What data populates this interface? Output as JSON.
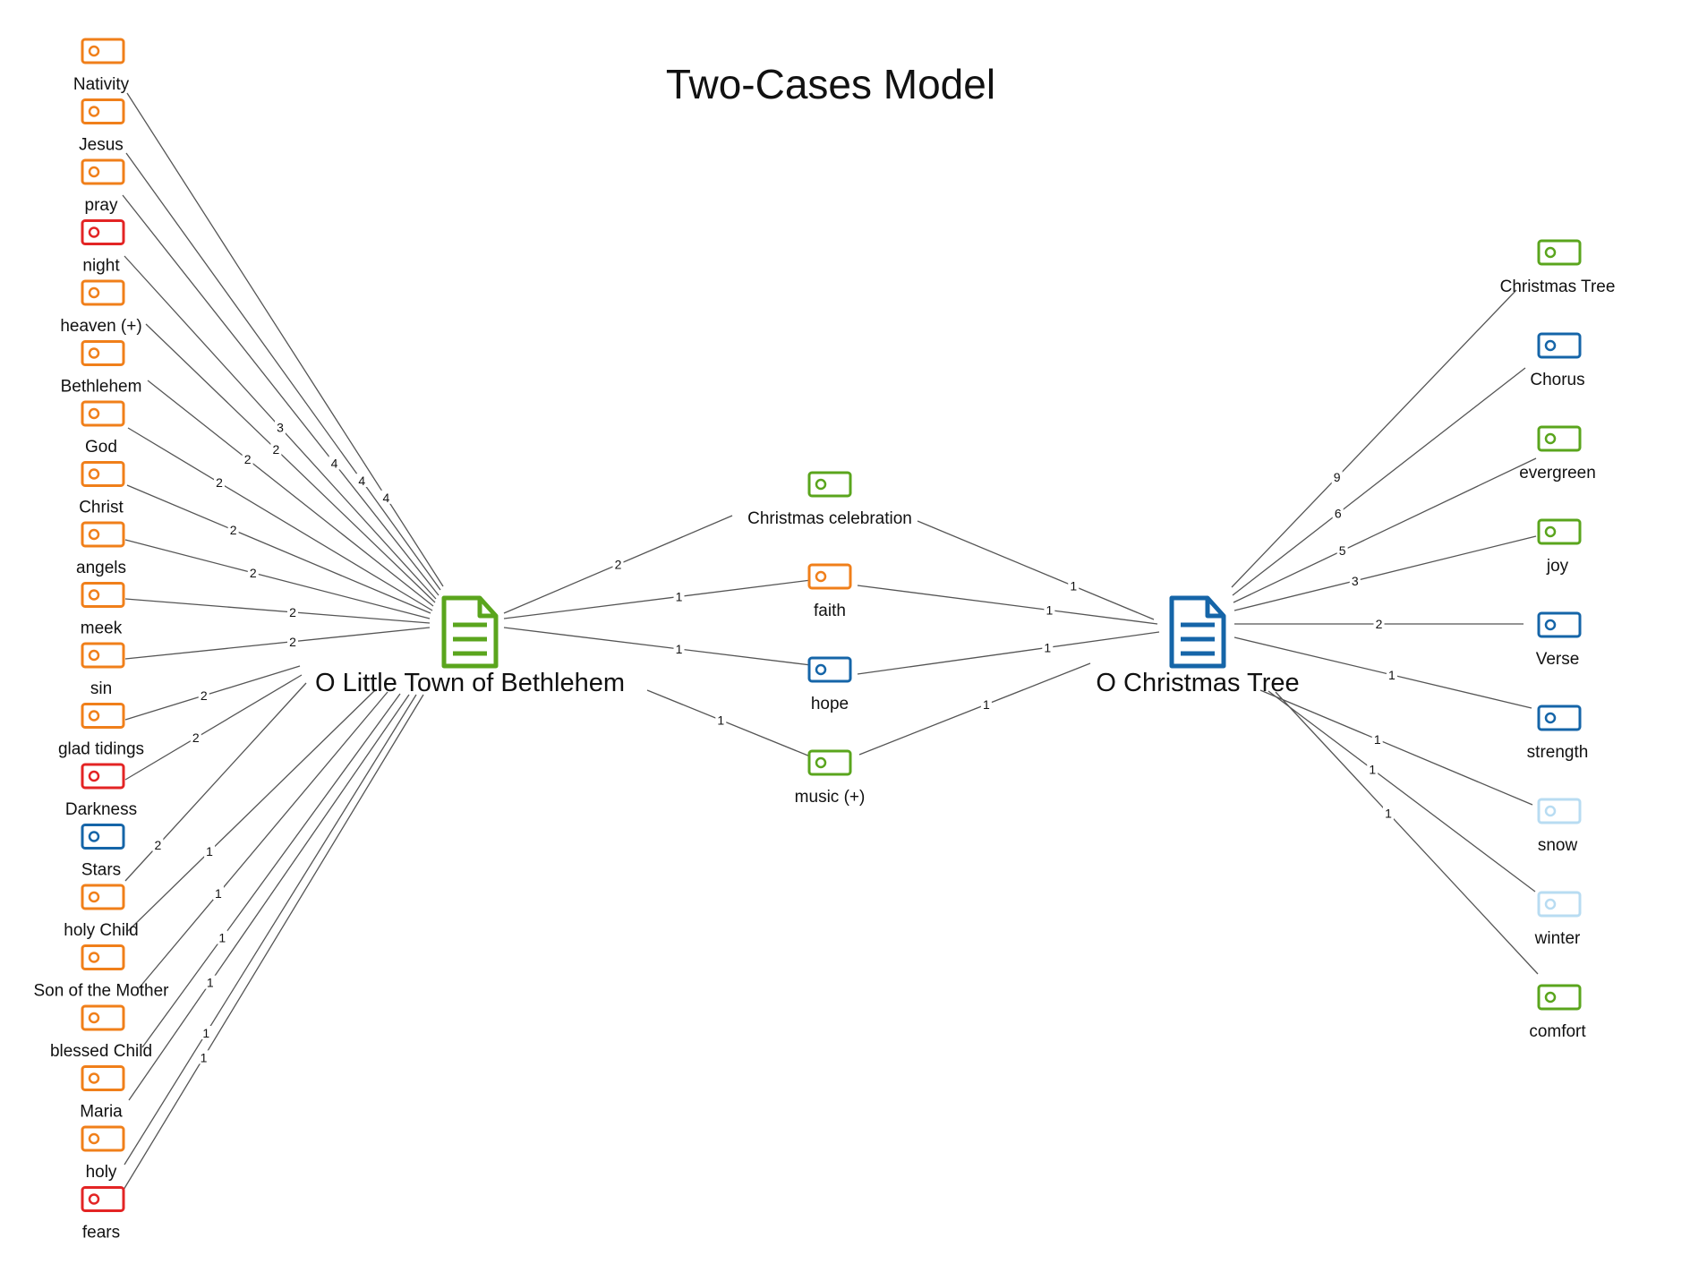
{
  "title": "Two-Cases Model",
  "colors": {
    "orange": "#f07f1a",
    "red": "#e32424",
    "green": "#5aa51d",
    "blue": "#1565a8",
    "lightblue": "#b8dcf2",
    "edge": "#555555"
  },
  "documents": [
    {
      "id": "bethlehem",
      "label": "O Little Town of Bethlehem",
      "icon": "document-icon",
      "color": "#5aa51d"
    },
    {
      "id": "tree",
      "label": "O Christmas Tree",
      "icon": "document-icon",
      "color": "#1565a8"
    }
  ],
  "left_codes": [
    {
      "label": "Nativity",
      "color": "orange",
      "weight": "4",
      "icon": "tag-icon"
    },
    {
      "label": "Jesus",
      "color": "orange",
      "weight": "4",
      "icon": "tag-icon"
    },
    {
      "label": "pray",
      "color": "orange",
      "weight": "4",
      "icon": "tag-icon"
    },
    {
      "label": "night",
      "color": "red",
      "weight": "3",
      "icon": "tag-icon"
    },
    {
      "label": "heaven (+)",
      "color": "orange",
      "weight": "2",
      "icon": "tag-icon"
    },
    {
      "label": "Bethlehem",
      "color": "orange",
      "weight": "2",
      "icon": "tag-icon"
    },
    {
      "label": "God",
      "color": "orange",
      "weight": "2",
      "icon": "tag-icon"
    },
    {
      "label": "Christ",
      "color": "orange",
      "weight": "2",
      "icon": "tag-icon"
    },
    {
      "label": "angels",
      "color": "orange",
      "weight": "2",
      "icon": "tag-icon"
    },
    {
      "label": "meek",
      "color": "orange",
      "weight": "2",
      "icon": "tag-icon"
    },
    {
      "label": "sin",
      "color": "orange",
      "weight": "2",
      "icon": "tag-icon"
    },
    {
      "label": "glad tidings",
      "color": "orange",
      "weight": "2",
      "icon": "tag-icon"
    },
    {
      "label": "Darkness",
      "color": "red",
      "weight": "2",
      "icon": "tag-icon"
    },
    {
      "label": "Stars",
      "color": "blue",
      "weight": "2",
      "icon": "tag-icon"
    },
    {
      "label": "holy Child",
      "color": "orange",
      "weight": "1",
      "icon": "tag-icon"
    },
    {
      "label": "Son of the Mother",
      "color": "orange",
      "weight": "1",
      "icon": "tag-icon"
    },
    {
      "label": "blessed Child",
      "color": "orange",
      "weight": "1",
      "icon": "tag-icon"
    },
    {
      "label": "Maria",
      "color": "orange",
      "weight": "1",
      "icon": "tag-icon"
    },
    {
      "label": "holy",
      "color": "orange",
      "weight": "1",
      "icon": "tag-icon"
    },
    {
      "label": "fears",
      "color": "red",
      "weight": "1",
      "icon": "tag-icon"
    }
  ],
  "shared_codes": [
    {
      "label": "Christmas celebration",
      "color": "green",
      "weight_left": "2",
      "weight_right": "1",
      "icon": "tag-icon"
    },
    {
      "label": "faith",
      "color": "orange",
      "weight_left": "1",
      "weight_right": "1",
      "icon": "tag-icon"
    },
    {
      "label": "hope",
      "color": "blue",
      "weight_left": "1",
      "weight_right": "1",
      "icon": "tag-icon"
    },
    {
      "label": "music (+)",
      "color": "green",
      "weight_left": "1",
      "weight_right": "1",
      "icon": "tag-icon"
    }
  ],
  "right_codes": [
    {
      "label": "Christmas Tree",
      "color": "green",
      "weight": "9",
      "icon": "tag-icon"
    },
    {
      "label": "Chorus",
      "color": "blue",
      "weight": "6",
      "icon": "tag-icon"
    },
    {
      "label": "evergreen",
      "color": "green",
      "weight": "5",
      "icon": "tag-icon"
    },
    {
      "label": "joy",
      "color": "green",
      "weight": "3",
      "icon": "tag-icon"
    },
    {
      "label": "Verse",
      "color": "blue",
      "weight": "2",
      "icon": "tag-icon"
    },
    {
      "label": "strength",
      "color": "blue",
      "weight": "1",
      "icon": "tag-icon"
    },
    {
      "label": "snow",
      "color": "lightblue",
      "weight": "1",
      "icon": "tag-icon"
    },
    {
      "label": "winter",
      "color": "lightblue",
      "weight": "1",
      "icon": "tag-icon"
    },
    {
      "label": "comfort",
      "color": "green",
      "weight": "1",
      "icon": "tag-icon"
    }
  ]
}
